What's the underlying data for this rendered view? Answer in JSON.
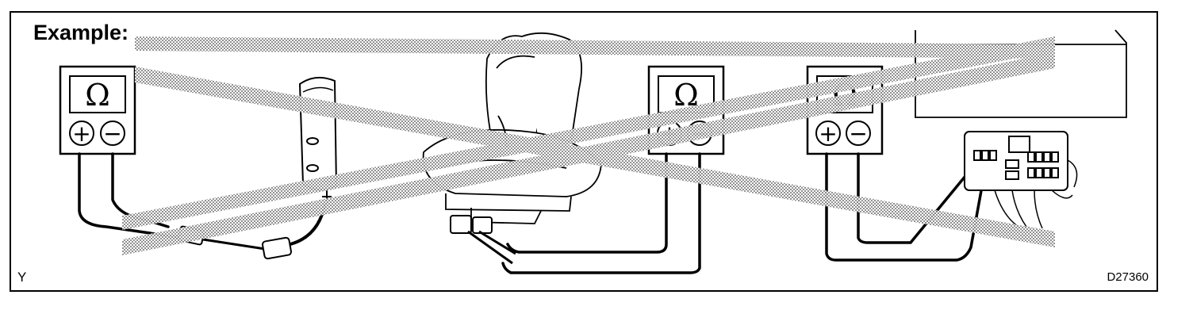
{
  "figure": {
    "title": "Example:",
    "corner_left": "Y",
    "corner_right": "D27360",
    "meter_symbol": "Ω",
    "plus_symbol": "+",
    "minus_symbol": "−"
  },
  "colors": {
    "line": "#000000",
    "background": "#ffffff",
    "hatch": "#8c8c8c"
  }
}
